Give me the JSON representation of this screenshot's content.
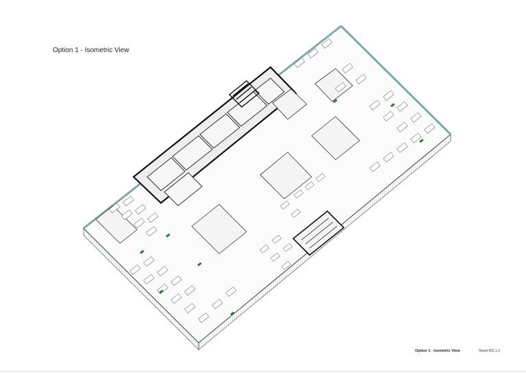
{
  "sheet": {
    "title": "Option 1 - Isometric View",
    "title_block_name": "Option 1 - Isometric View",
    "sheet_number": "Sheet 001.1.2"
  },
  "colors": {
    "line": "#333333",
    "core": "#1a1a1a",
    "glass": "#9ec4c4",
    "plant": "#2f7a2f",
    "paper": "#ffffff"
  }
}
